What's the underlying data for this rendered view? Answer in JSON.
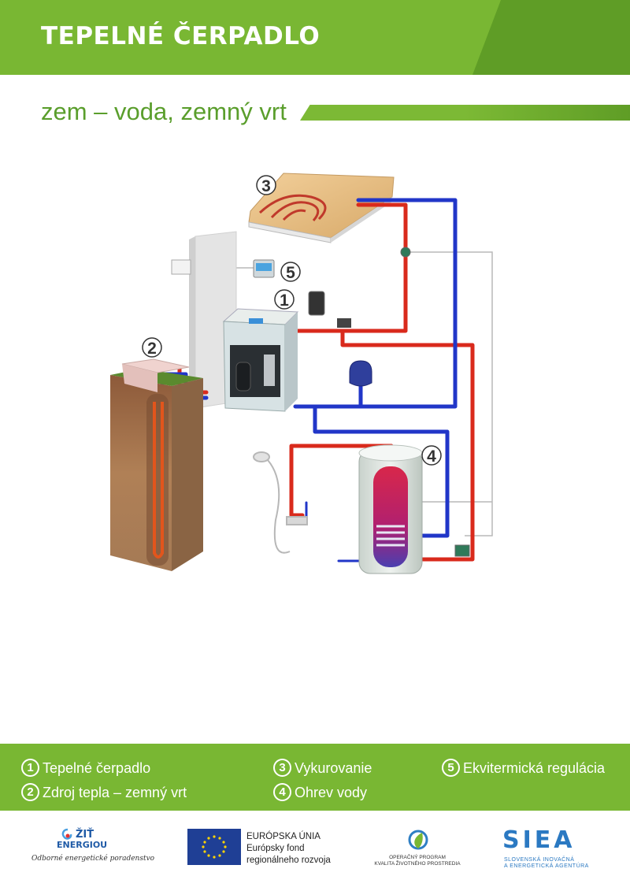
{
  "header": {
    "title": "TEPELNÉ ČERPADLO",
    "subtitle": "zem – voda, zemný vrt"
  },
  "diagram": {
    "markers": [
      "1",
      "2",
      "3",
      "4",
      "5"
    ],
    "colors": {
      "hot_pipe": "#d92a1c",
      "cold_pipe": "#2136c8",
      "control_line": "#b9b9b9"
    }
  },
  "legend": {
    "items": [
      {
        "num": "1",
        "label": "Tepelné čerpadlo"
      },
      {
        "num": "2",
        "label": "Zdroj tepla – zemný vrt"
      },
      {
        "num": "3",
        "label": "Vykurovanie"
      },
      {
        "num": "4",
        "label": "Ohrev vody"
      },
      {
        "num": "5",
        "label": "Ekvitermická regulácia"
      }
    ]
  },
  "footer": {
    "zit": {
      "line1": "ŽIŤ",
      "line2": "ENERGIOU",
      "tagline": "Odborné energetické poradenstvo"
    },
    "eu": {
      "line1": "EURÓPSKA ÚNIA",
      "line2": "Európsky fond",
      "line3": "regionálneho rozvoja"
    },
    "op": {
      "line1": "OPERAČNÝ PROGRAM",
      "line2": "KVALITA ŽIVOTNÉHO PROSTREDIA"
    },
    "siea": {
      "name": "SIEA",
      "line1": "SLOVENSKÁ INOVAČNÁ",
      "line2": "A ENERGETICKÁ AGENTÚRA"
    }
  }
}
